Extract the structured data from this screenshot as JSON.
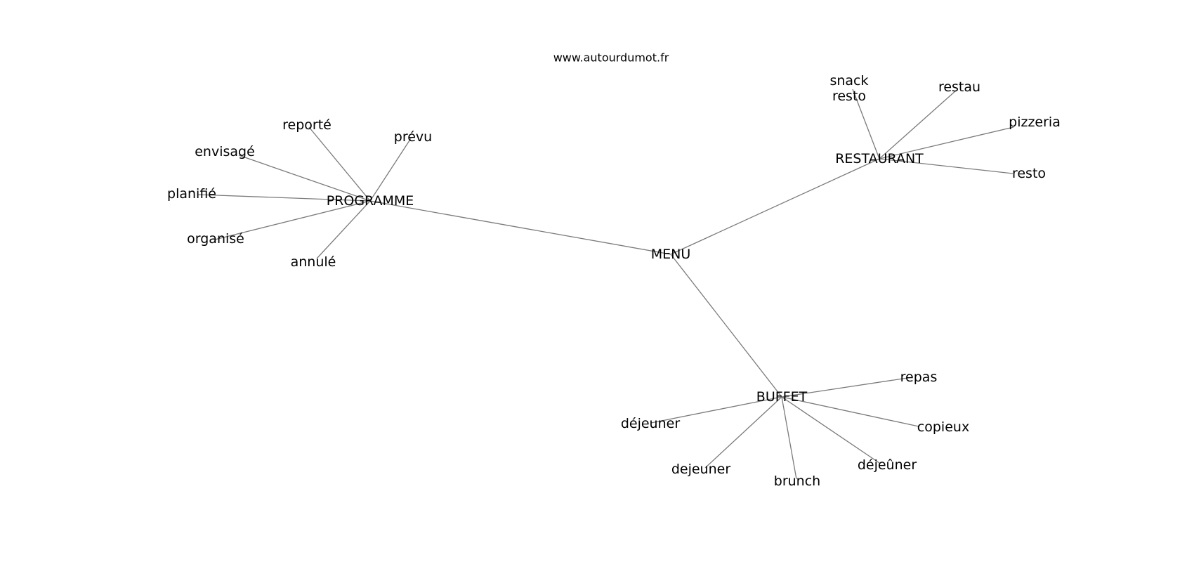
{
  "watermark": "www.autourdumot.fr",
  "graph": {
    "center": "MENU",
    "hubs": [
      {
        "id": "programme",
        "label": "PROGRAMME",
        "words": [
          "reporté",
          "prévu",
          "envisagé",
          "planifié",
          "organisé",
          "annulé"
        ]
      },
      {
        "id": "restaurant",
        "label": "RESTAURANT",
        "words": [
          "snack\nresto",
          "restau",
          "pizzeria",
          "resto"
        ]
      },
      {
        "id": "buffet",
        "label": "BUFFET",
        "words": [
          "repas",
          "copieux",
          "déjeûner",
          "brunch",
          "dejeuner",
          "déjeuner"
        ]
      }
    ]
  }
}
